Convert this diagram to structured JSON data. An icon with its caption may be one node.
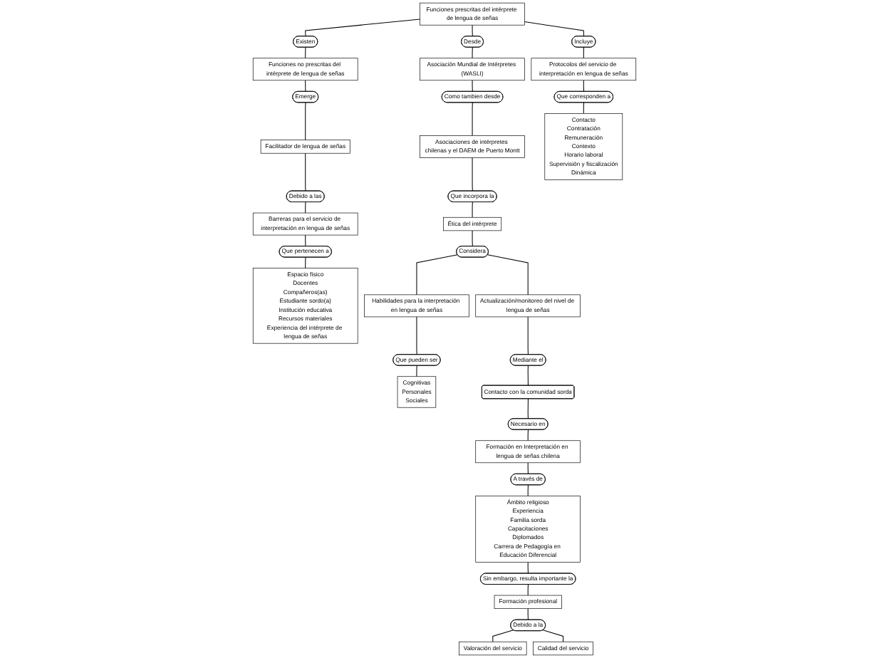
{
  "diagram": {
    "nodes": [
      {
        "text": [
          "Formación en Interpretación en lengua de señas chilena"
        ]
      },
      {
        "text": [
          "Funciones prescritas del intérprete de lengua de señas"
        ]
      },
      {
        "text": [
          "Existen"
        ]
      },
      {
        "text": [
          "Funciones no prescritas del intérprete de lengua de señas"
        ]
      },
      {
        "text": [
          "A través de"
        ]
      },
      {
        "text": [
          "Desde"
        ]
      },
      {
        "text": [
          "Incluye"
        ]
      },
      {
        "text": [
          "Emerge"
        ]
      },
      {
        "text": [
          "Asociación Mundial de Intérpretes (WASLI)"
        ]
      },
      {
        "text": [
          "Protocolos del servicio de interpretación en lengua de señas"
        ]
      },
      {
        "text": [
          "Facilitador de lengua de señas"
        ]
      },
      {
        "text": [
          "Ámbito religioso",
          "Experiencia",
          "Familia sorda",
          "Capacitaciones",
          "Diplomados",
          "Carrera de Pedagogía en Educación Diferencial"
        ]
      },
      {
        "text": [
          "Como tambien desde"
        ]
      },
      {
        "text": [
          "Que corresponden a"
        ]
      },
      {
        "text": [
          "Debido a las"
        ]
      },
      {
        "text": [
          "Barreras para el servicio de interpretación en lengua de señas"
        ]
      },
      {
        "text": [
          "Asociaciones de intérpretes chilenas y el DAEM de Puerto Montt"
        ]
      },
      {
        "text": [
          "Sin embargo, resulta importante la"
        ]
      },
      {
        "text": [
          "Contacto",
          "Contratación",
          "Remuneración",
          "Contexto",
          "Horario laboral",
          "Supervisión y fiscalización",
          "Dinámica"
        ]
      },
      {
        "text": [
          "Que pertenecen a"
        ]
      },
      {
        "text": [
          "Formación profesional"
        ]
      },
      {
        "text": [
          "Que incorpora la"
        ]
      },
      {
        "text": [
          "Debido a la"
        ]
      },
      {
        "text": [
          "Ética del intérprete"
        ]
      },
      {
        "text": [
          "Espacio físico",
          "Docentes",
          "Compañeros(as)",
          "Estudiante sordo(a)",
          "Institución educativa",
          "Recursos materiales",
          "Experiencia del intérprete de lengua de señas"
        ]
      },
      {
        "text": [
          "Valoración del servicio"
        ]
      },
      {
        "text": [
          "Calidad del servicio"
        ]
      },
      {
        "text": [
          "Considera"
        ]
      },
      {
        "text": [
          "Habilidades para la interpretación en lengua de señas"
        ]
      },
      {
        "text": [
          "Actualización/monitoreo del nivel de lengua de señas"
        ]
      },
      {
        "text": [
          "Que pueden ser"
        ]
      },
      {
        "text": [
          "Cognitivas",
          "Personales",
          "Sociales"
        ]
      },
      {
        "text": [
          "Necesario en"
        ]
      },
      {
        "text": [
          "Contacto con la comunidad sorda"
        ]
      },
      {
        "text": [
          "Mediante el"
        ]
      }
    ],
    "edges": [
      {
        "from": 0,
        "to": 4,
        "arrow": "none"
      },
      {
        "from": 4,
        "to": 11,
        "arrow": "none"
      },
      {
        "from": 11,
        "to": 17,
        "arrow": "none"
      },
      {
        "from": 17,
        "to": 20,
        "arrow": "none"
      },
      {
        "from": 20,
        "to": 22,
        "arrow": "none"
      },
      {
        "from": 22,
        "to": 25,
        "arrow": "none"
      },
      {
        "from": 22,
        "to": 26,
        "arrow": "none"
      },
      {
        "from": 1,
        "to": 2,
        "arrow": "none"
      },
      {
        "from": 2,
        "to": 3,
        "arrow": "none"
      },
      {
        "from": 1,
        "to": 5,
        "arrow": "none"
      },
      {
        "from": 5,
        "to": 8,
        "arrow": "none"
      },
      {
        "from": 8,
        "to": 12,
        "arrow": "none"
      },
      {
        "from": 12,
        "to": 16,
        "arrow": "none"
      },
      {
        "from": 16,
        "to": 21,
        "arrow": "none"
      },
      {
        "from": 21,
        "to": 23,
        "arrow": "none"
      },
      {
        "from": 23,
        "to": 27,
        "arrow": "none"
      },
      {
        "from": 27,
        "to": 28,
        "arrow": "none"
      },
      {
        "from": 27,
        "to": 29,
        "arrow": "none"
      },
      {
        "from": 28,
        "to": 30,
        "arrow": "none"
      },
      {
        "from": 30,
        "to": 31,
        "arrow": "none"
      },
      {
        "from": 1,
        "to": 6,
        "arrow": "none"
      },
      {
        "from": 6,
        "to": 9,
        "arrow": "none"
      },
      {
        "from": 9,
        "to": 13,
        "arrow": "none"
      },
      {
        "from": 13,
        "to": 18,
        "arrow": "none"
      },
      {
        "from": 3,
        "to": 7,
        "arrow": "none"
      },
      {
        "from": 7,
        "to": 10,
        "arrow": "none"
      },
      {
        "from": 10,
        "to": 14,
        "arrow": "none"
      },
      {
        "from": 14,
        "to": 15,
        "arrow": "none"
      },
      {
        "from": 15,
        "to": 19,
        "arrow": "none"
      },
      {
        "from": 19,
        "to": 24,
        "arrow": "none"
      },
      {
        "from": 29,
        "to": 34,
        "arrow": "none"
      },
      {
        "from": 34,
        "to": 33,
        "arrow": "none"
      },
      {
        "from": 33,
        "to": 32,
        "arrow": "none"
      },
      {
        "from": 32,
        "to": 0,
        "arrow": "none"
      }
    ]
  }
}
